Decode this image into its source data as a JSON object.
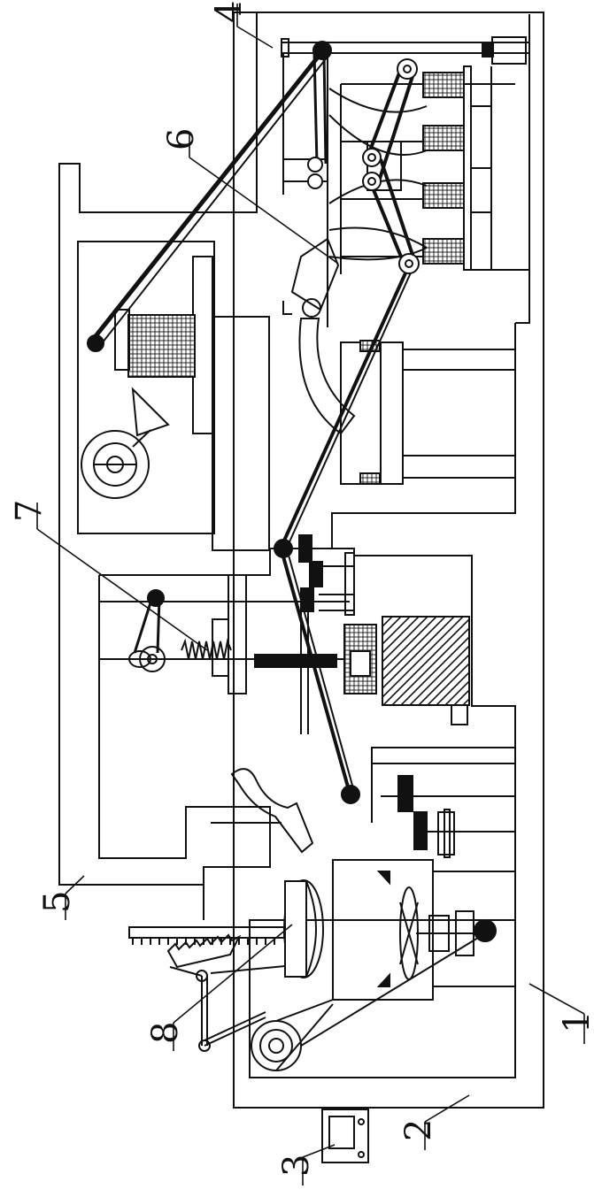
{
  "figure": {
    "reference_numerals": [
      {
        "id": "label-1",
        "text": "1"
      },
      {
        "id": "label-2",
        "text": "2"
      },
      {
        "id": "label-3",
        "text": "3"
      },
      {
        "id": "label-4",
        "text": "4"
      },
      {
        "id": "label-5",
        "text": "5"
      },
      {
        "id": "label-6",
        "text": "6"
      },
      {
        "id": "label-7",
        "text": "7"
      },
      {
        "id": "label-8",
        "text": "8"
      }
    ]
  },
  "colors": {
    "line": "#111111",
    "background": "#ffffff"
  }
}
